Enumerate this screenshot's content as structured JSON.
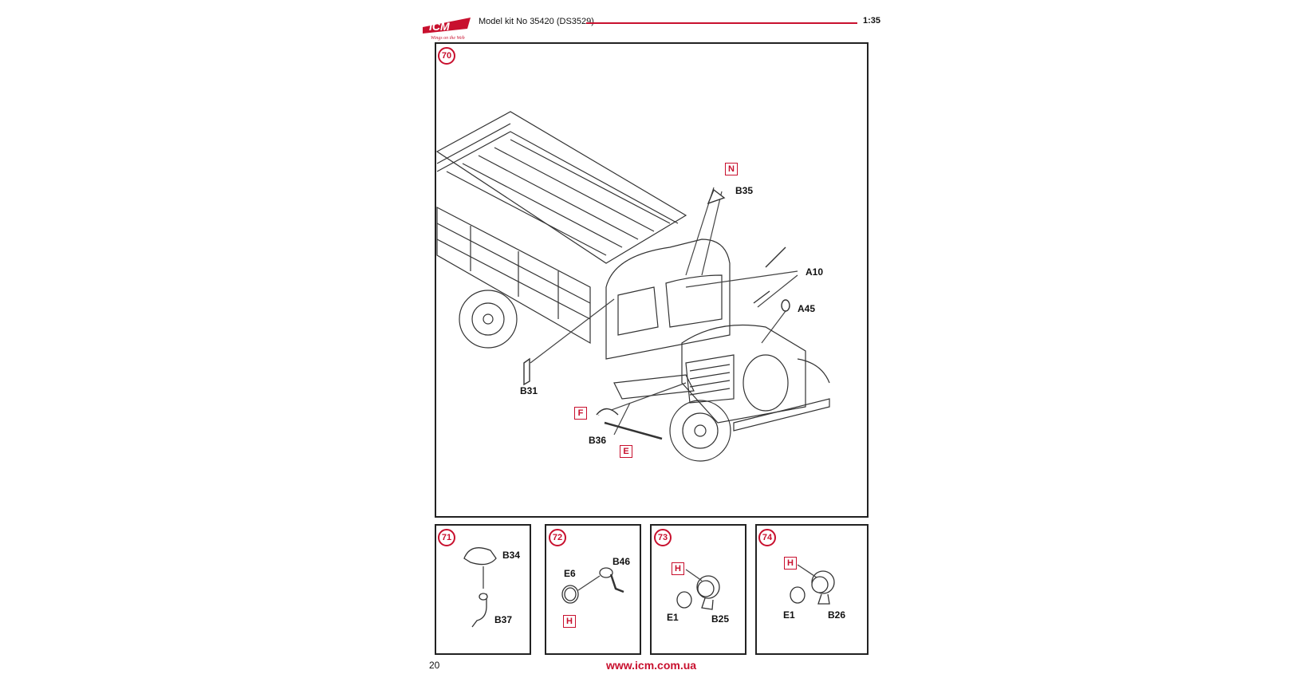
{
  "header": {
    "brand": "ICM",
    "tagline": "Wings on the Web",
    "title": "Model kit No 35420 (DS3529)",
    "scale": "1:35"
  },
  "steps": {
    "main": {
      "number": "70",
      "labels": [
        "N",
        "B35",
        "A10",
        "A45",
        "B31",
        "F",
        "B36",
        "E"
      ]
    },
    "s71": {
      "number": "71",
      "labels": [
        "B34",
        "B37"
      ]
    },
    "s72": {
      "number": "72",
      "labels": [
        "E6",
        "B46",
        "H"
      ]
    },
    "s73": {
      "number": "73",
      "labels": [
        "H",
        "E1",
        "B25"
      ]
    },
    "s74": {
      "number": "74",
      "labels": [
        "H",
        "E1",
        "B26"
      ]
    }
  },
  "footer": {
    "page_number": "20",
    "url": "www.icm.com.ua"
  },
  "colors": {
    "accent": "#c8102e",
    "line": "#222222"
  }
}
